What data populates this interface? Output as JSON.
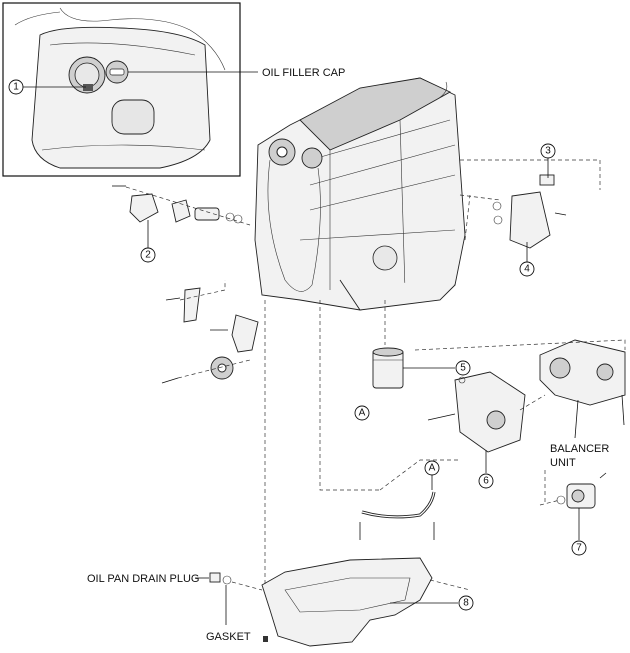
{
  "labels": {
    "oil_filler_cap": "OIL FILLER CAP",
    "balancer_unit_line1": "BALANCER",
    "balancer_unit_line2": "UNIT",
    "oil_pan_drain_plug": "OIL PAN DRAIN PLUG",
    "gasket": "GASKET"
  },
  "callouts": [
    "1",
    "2",
    "3",
    "4",
    "5",
    "6",
    "7",
    "8"
  ],
  "reference_marks": [
    "A",
    "A"
  ]
}
